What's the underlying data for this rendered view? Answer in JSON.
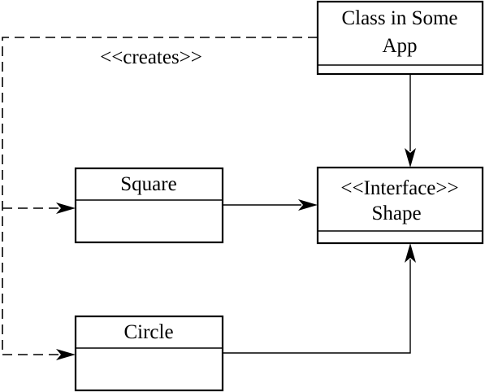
{
  "diagram": {
    "classes": {
      "client": {
        "name_line1": "Class in Some",
        "name_line2": "App"
      },
      "interface": {
        "stereotype": "<<Interface>>",
        "name": "Shape"
      },
      "square": {
        "name": "Square"
      },
      "circle": {
        "name": "Circle"
      }
    },
    "relations": {
      "creates_label": "<<creates>>"
    }
  }
}
